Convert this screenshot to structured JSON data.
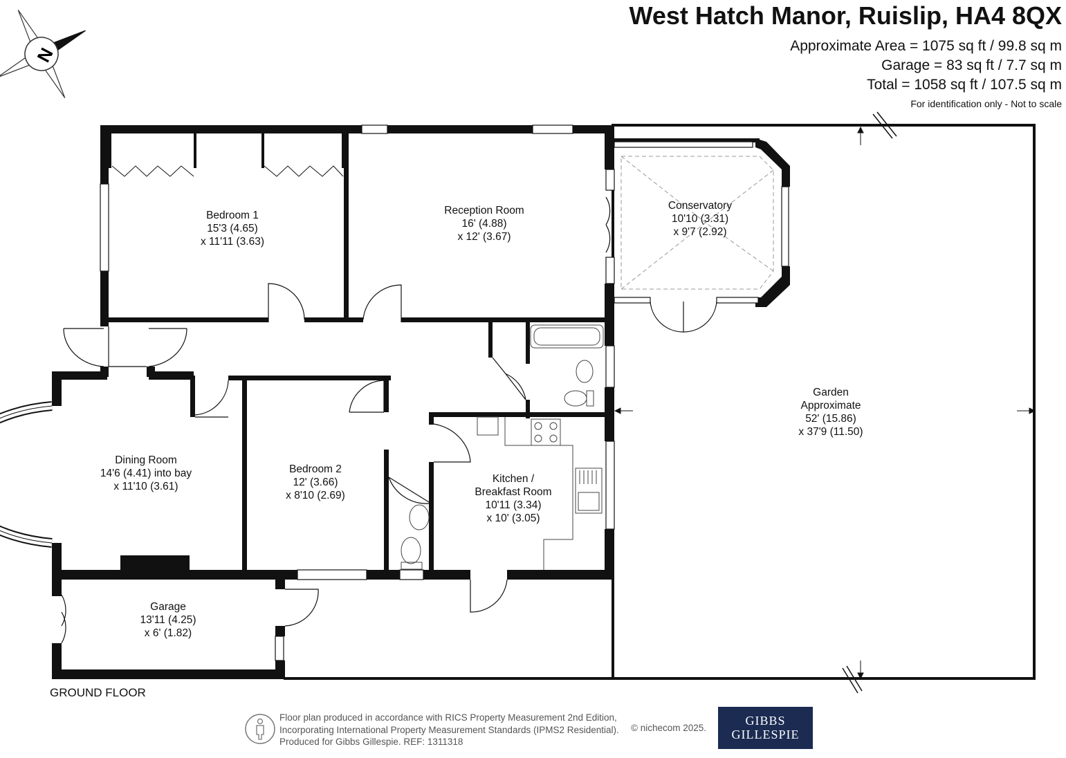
{
  "header": {
    "title": "West Hatch Manor, Ruislip, HA4 8QX",
    "area_lines": [
      "Approximate Area = 1075 sq ft / 99.8 sq m",
      "Garage = 83 sq ft / 7.7 sq m",
      "Total = 1058 sq ft / 107.5 sq m"
    ],
    "note": "For identification only - Not to scale"
  },
  "compass": {
    "letter": "N",
    "icon": "compass-rose-icon"
  },
  "rooms": {
    "bedroom1": {
      "name": "Bedroom 1",
      "dim1": "15'3 (4.65)",
      "dim2": "x 11'11 (3.63)"
    },
    "reception": {
      "name": "Reception Room",
      "dim1": "16' (4.88)",
      "dim2": "x 12' (3.67)"
    },
    "conservatory": {
      "name": "Conservatory",
      "dim1": "10'10 (3.31)",
      "dim2": "x 9'7 (2.92)"
    },
    "dining": {
      "name": "Dining Room",
      "dim1": "14'6 (4.41) into bay",
      "dim2": "x 11'10 (3.61)"
    },
    "bedroom2": {
      "name": "Bedroom 2",
      "dim1": "12' (3.66)",
      "dim2": "x 8'10 (2.69)"
    },
    "kitchen": {
      "name1": "Kitchen /",
      "name2": "Breakfast Room",
      "dim1": "10'11 (3.34)",
      "dim2": "x 10' (3.05)"
    },
    "garage": {
      "name": "Garage",
      "dim1": "13'11 (4.25)",
      "dim2": "x 6' (1.82)"
    },
    "garden": {
      "name1": "Garden",
      "name2": "Approximate",
      "dim1": "52' (15.86)",
      "dim2": "x 37'9 (11.50)"
    }
  },
  "floor_label": "GROUND FLOOR",
  "footer": {
    "lines": [
      "Floor plan produced in accordance with RICS Property Measurement 2nd Edition,",
      "Incorporating International Property Measurement Standards (IPMS2 Residential).",
      "Produced for Gibbs Gillespie.   REF:  1311318"
    ],
    "copyright": "© nichecom 2025.",
    "logo_line1": "GIBBS",
    "logo_line2": "GILLESPIE",
    "badge_icon": "person-badge-icon"
  },
  "colors": {
    "wall": "#111111",
    "logo_bg": "#1b2b52",
    "dashed": "#999999"
  }
}
